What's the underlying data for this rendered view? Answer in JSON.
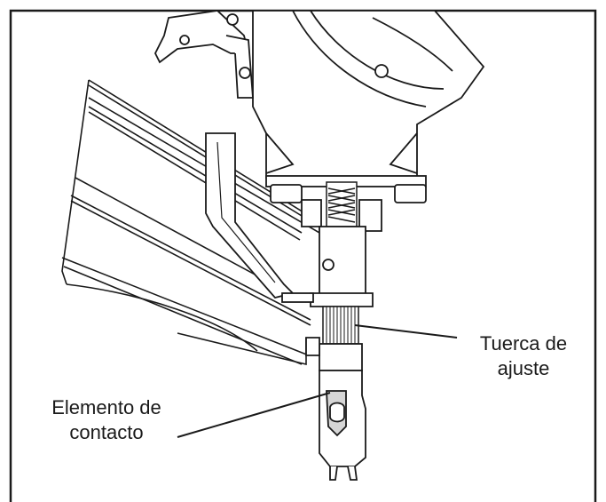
{
  "labels": {
    "adjust_nut_line1": "Tuerca de",
    "adjust_nut_line2": "ajuste",
    "contact_element_line1": "Elemento de",
    "contact_element_line2": "contacto"
  },
  "colors": {
    "line": "#1a1a1a",
    "fill": "#ffffff",
    "shade": "#d6d6d6"
  }
}
